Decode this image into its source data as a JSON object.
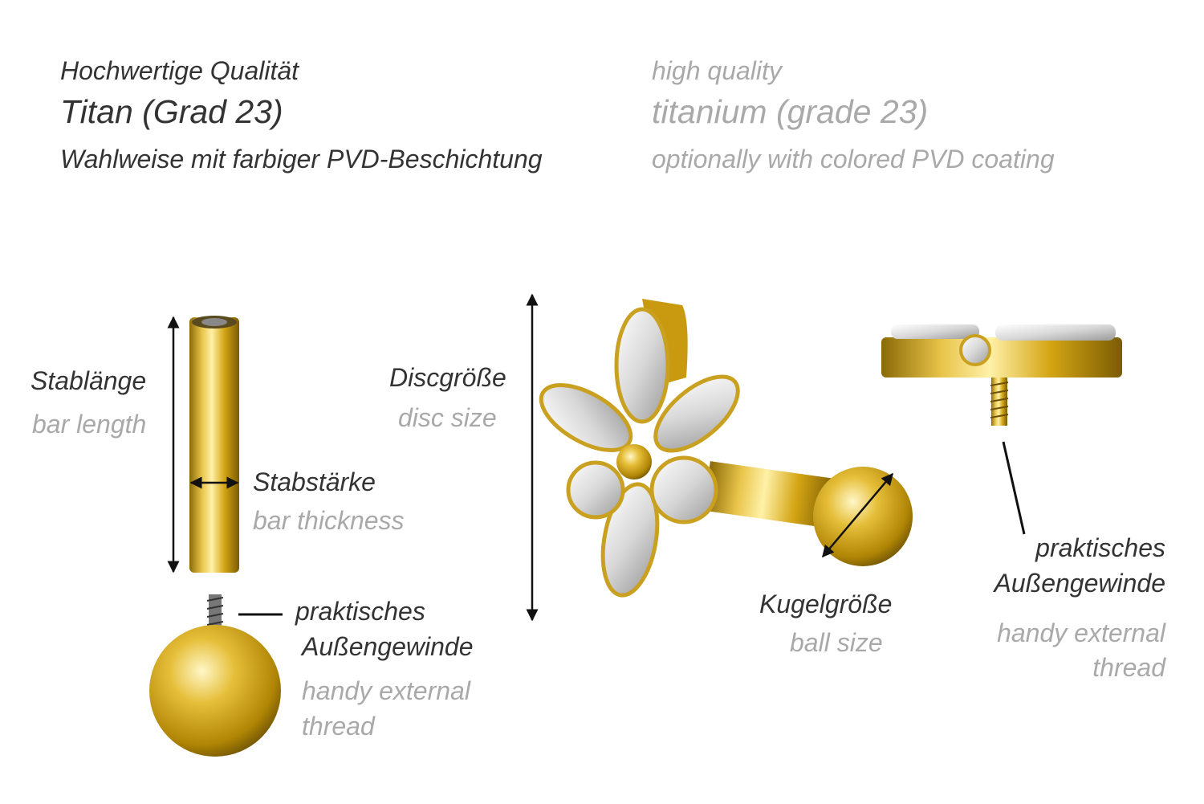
{
  "header": {
    "de": {
      "quality": "Hochwertige Qualität",
      "material": "Titan (Grad 23)",
      "coating": "Wahlweise mit farbiger PVD-Beschichtung"
    },
    "en": {
      "quality": "high quality",
      "material": "titanium (grade 23)",
      "coating": "optionally with colored PVD coating"
    }
  },
  "labels": {
    "bar_length": {
      "de": "Stablänge",
      "en": "bar length"
    },
    "bar_thickness": {
      "de": "Stabstärke",
      "en": "bar thickness"
    },
    "thread_left": {
      "de_1": "praktisches",
      "de_2": "Außengewinde",
      "en_1": "handy external",
      "en_2": "thread"
    },
    "disc_size": {
      "de": "Discgröße",
      "en": "disc size"
    },
    "ball_size": {
      "de": "Kugelgröße",
      "en": "ball size"
    },
    "thread_right": {
      "de_1": "praktisches",
      "de_2": "Außengewinde",
      "en_1": "handy external",
      "en_2": "thread"
    }
  },
  "colors": {
    "text_dark": "#333333",
    "text_grey": "#a9a9a9",
    "gold": "#d4a514",
    "gold_light": "#fff1a8",
    "gold_dark": "#8a6a06"
  }
}
